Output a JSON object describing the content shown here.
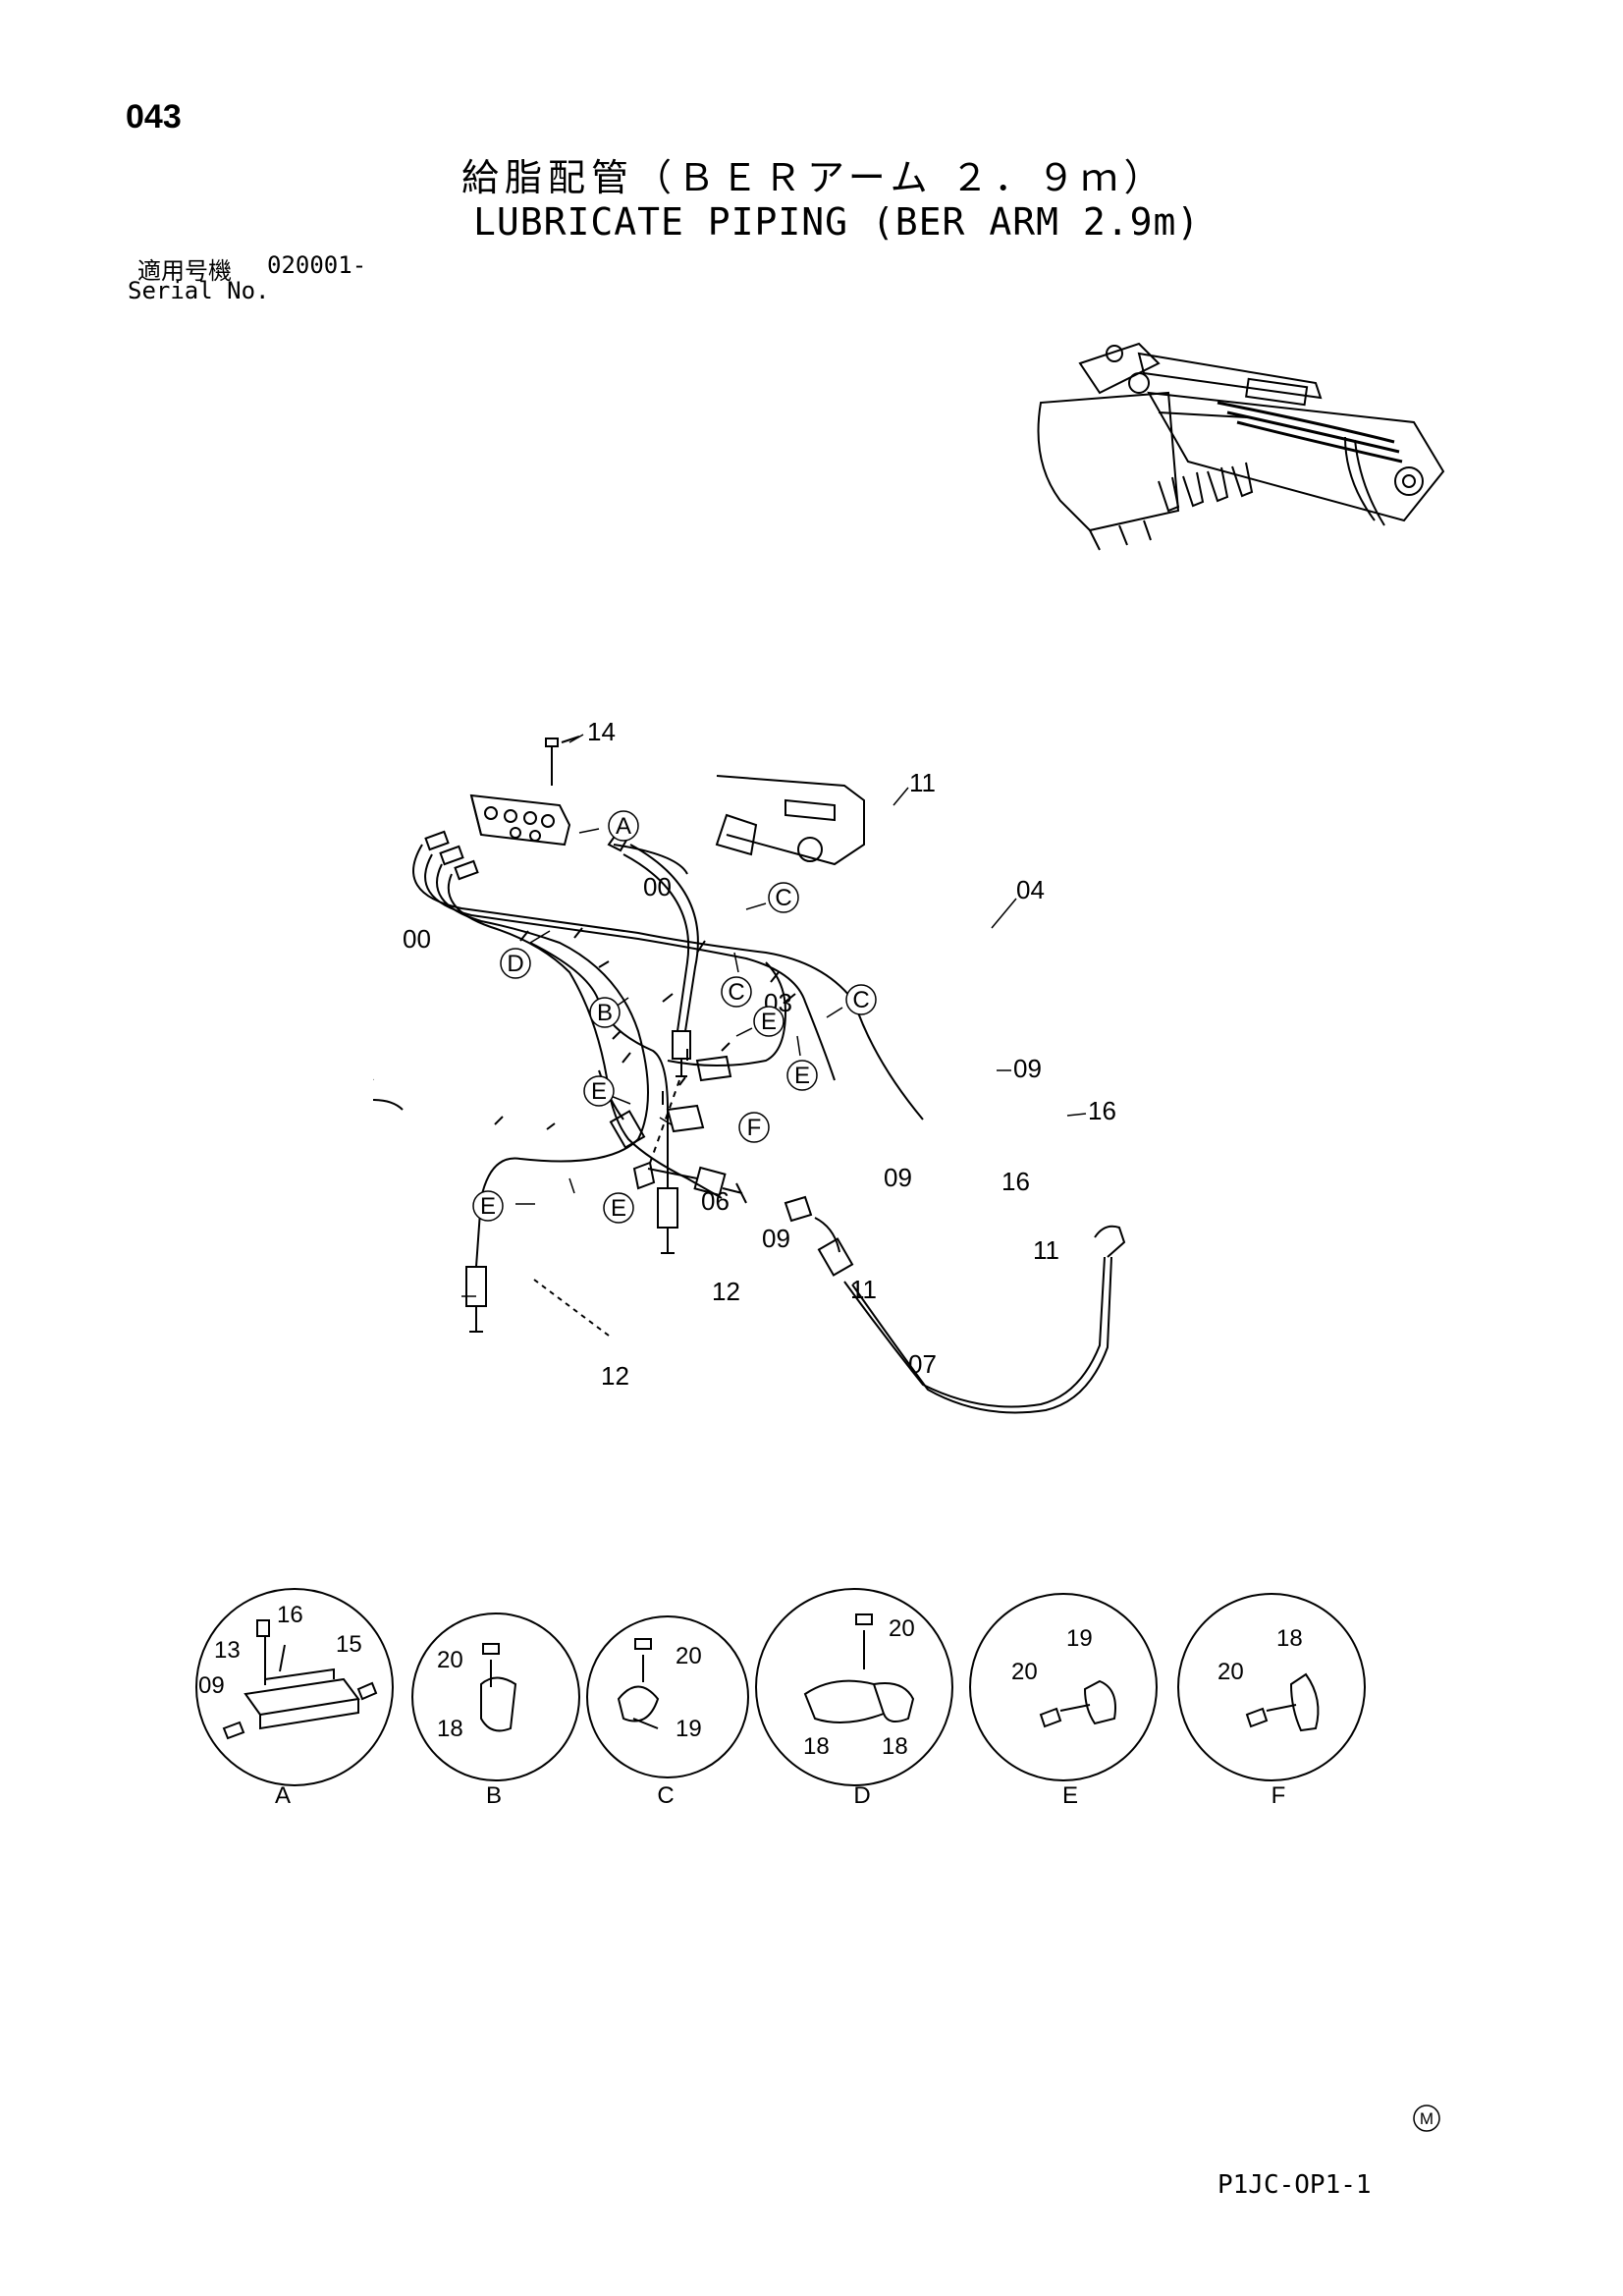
{
  "header": {
    "page_number": "043",
    "title_jp": "給脂配管（ＢＥＲアーム ２．９ｍ）",
    "title_en": "LUBRICATE PIPING (BER ARM 2.9m)",
    "serial_label_jp": "適用号機",
    "serial_value": "020001-",
    "serial_label_en": "Serial No."
  },
  "footer": {
    "doc_code": "P1JC-OP1-1",
    "mark": "M"
  },
  "main_diagram": {
    "part_labels": [
      "14",
      "11",
      "04",
      "00",
      "00",
      "09",
      "09",
      "16",
      "16",
      "03",
      "06",
      "09",
      "11",
      "11",
      "07",
      "12",
      "12"
    ],
    "callouts": [
      "A",
      "B",
      "C",
      "C",
      "C",
      "D",
      "E",
      "E",
      "E",
      "E",
      "E",
      "F"
    ]
  },
  "details": [
    {
      "letter": "A",
      "parts": [
        "16",
        "13",
        "15",
        "09"
      ]
    },
    {
      "letter": "B",
      "parts": [
        "20",
        "18"
      ]
    },
    {
      "letter": "C",
      "parts": [
        "20",
        "19"
      ]
    },
    {
      "letter": "D",
      "parts": [
        "20",
        "18",
        "18"
      ]
    },
    {
      "letter": "E",
      "parts": [
        "19",
        "20"
      ]
    },
    {
      "letter": "F",
      "parts": [
        "18",
        "20"
      ]
    }
  ]
}
